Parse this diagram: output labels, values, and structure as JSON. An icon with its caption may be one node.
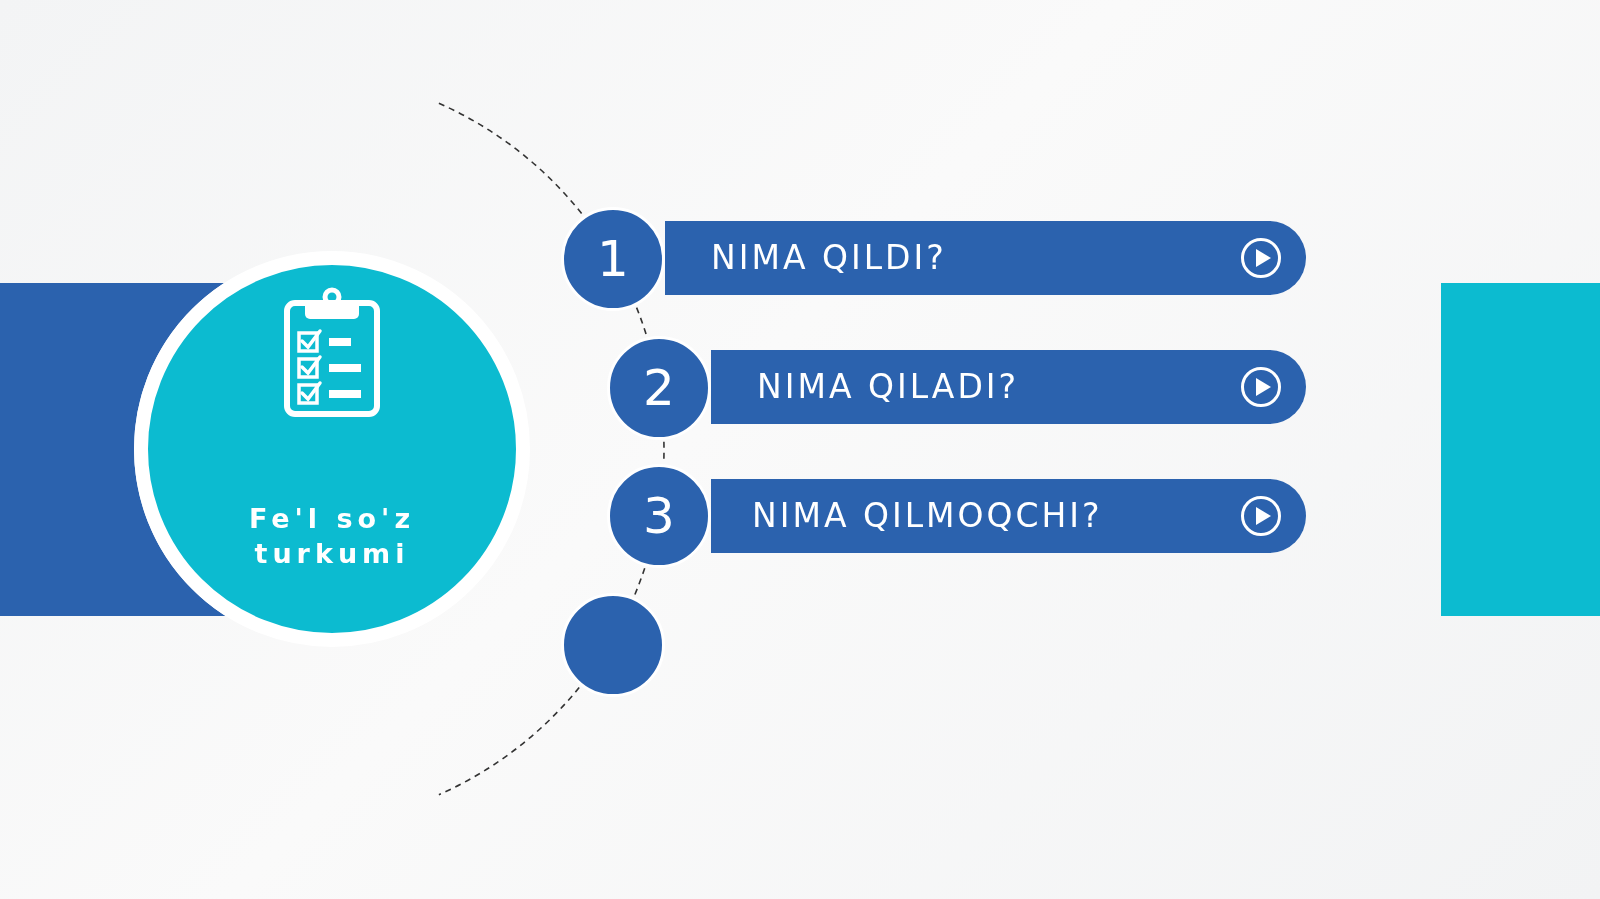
{
  "diagram": {
    "nodes": [
      {
        "text": [],
        "shape": "box"
      },
      {
        "text": [
          "Fe'l so'z turkumi"
        ]
      },
      {
        "text": [
          "1"
        ]
      },
      {
        "text": [
          "NIMA QILDI?"
        ]
      },
      {
        "text": [
          "2"
        ]
      },
      {
        "text": [
          "NIMA QILADI?"
        ]
      },
      {
        "text": [
          "3"
        ]
      },
      {
        "text": [
          "NIMA QILMOQCHI?"
        ]
      },
      {
        "text": [],
        "shape": "circle"
      },
      {
        "text": [],
        "shape": "box"
      }
    ],
    "edges": [
      {
        "from": null,
        "to": 2,
        "arrow": "none",
        "style": "dashed"
      },
      {
        "from": 2,
        "to": 4,
        "arrow": "none",
        "style": "dashed"
      },
      {
        "from": 4,
        "to": 6,
        "arrow": "none",
        "style": "dashed"
      },
      {
        "from": 6,
        "to": 8,
        "arrow": "none",
        "style": "dashed"
      },
      {
        "from": 8,
        "to": null,
        "arrow": "none",
        "style": "dashed"
      }
    ]
  }
}
